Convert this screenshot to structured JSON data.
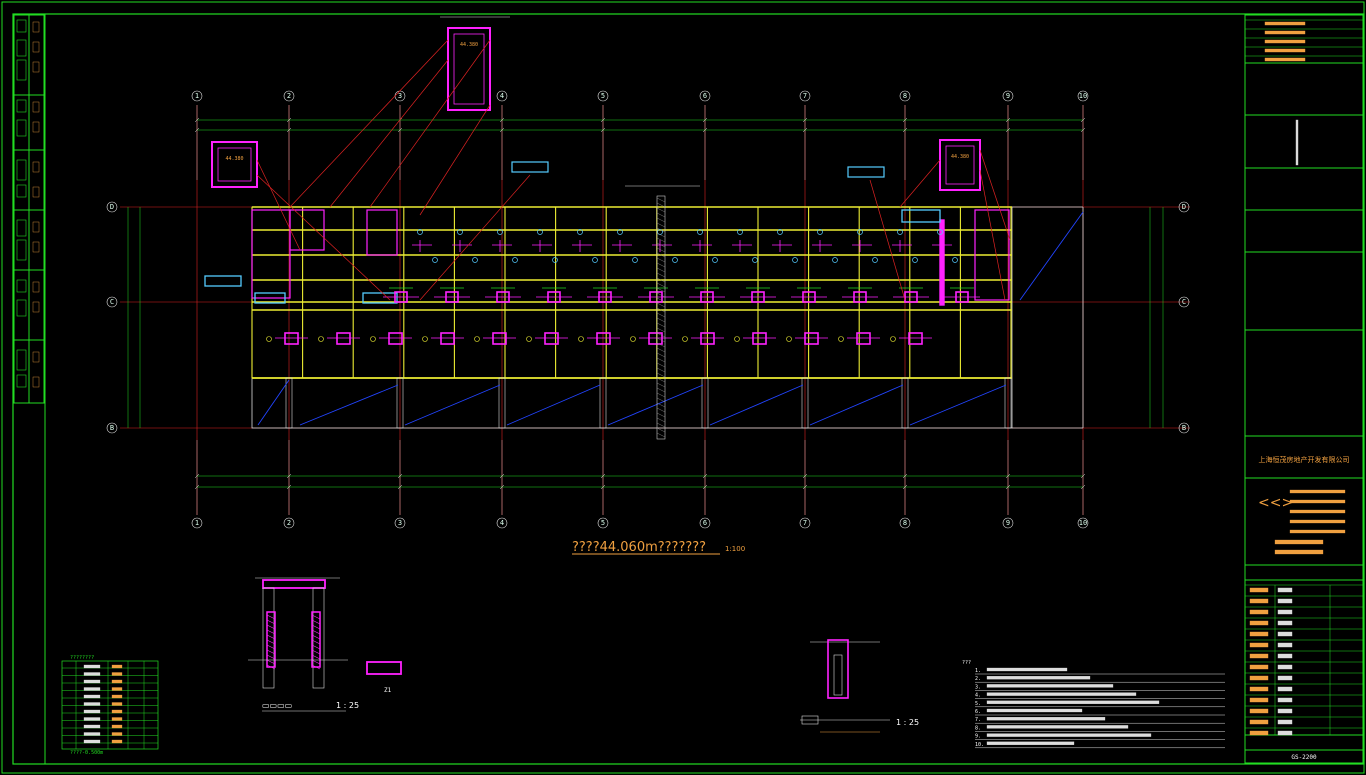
{
  "drawing": {
    "plan_title": "????44.060m???????",
    "plan_scale": "1:100",
    "detail_left_scale": "1 : 25",
    "detail_right_scale": "1 : 25",
    "detail_mid_label": "Z1",
    "level_tag": "44.380",
    "grid_columns": [
      "1",
      "2",
      "3",
      "4",
      "5",
      "6",
      "7",
      "8",
      "9",
      "10"
    ],
    "grid_rows": [
      "D",
      "C",
      "B"
    ],
    "notes_header": "???",
    "notes_numbers": [
      "1.",
      "2.",
      "3.",
      "4.",
      "5.",
      "6.",
      "7.",
      "8.",
      "9.",
      "10."
    ],
    "level_table_title": "????????",
    "level_table_footer": "????-0.500m"
  },
  "title_block": {
    "client": "上海恒茂房地产开发有限公司",
    "sheet_code": "GS-2200"
  },
  "colors": {
    "frame": "#22dd22",
    "axis": "#dd2222",
    "column": "#ff22ff",
    "beam": "#eeee33",
    "cyan": "#55ccff",
    "blue": "#2244ff",
    "accent": "#f0a040"
  }
}
